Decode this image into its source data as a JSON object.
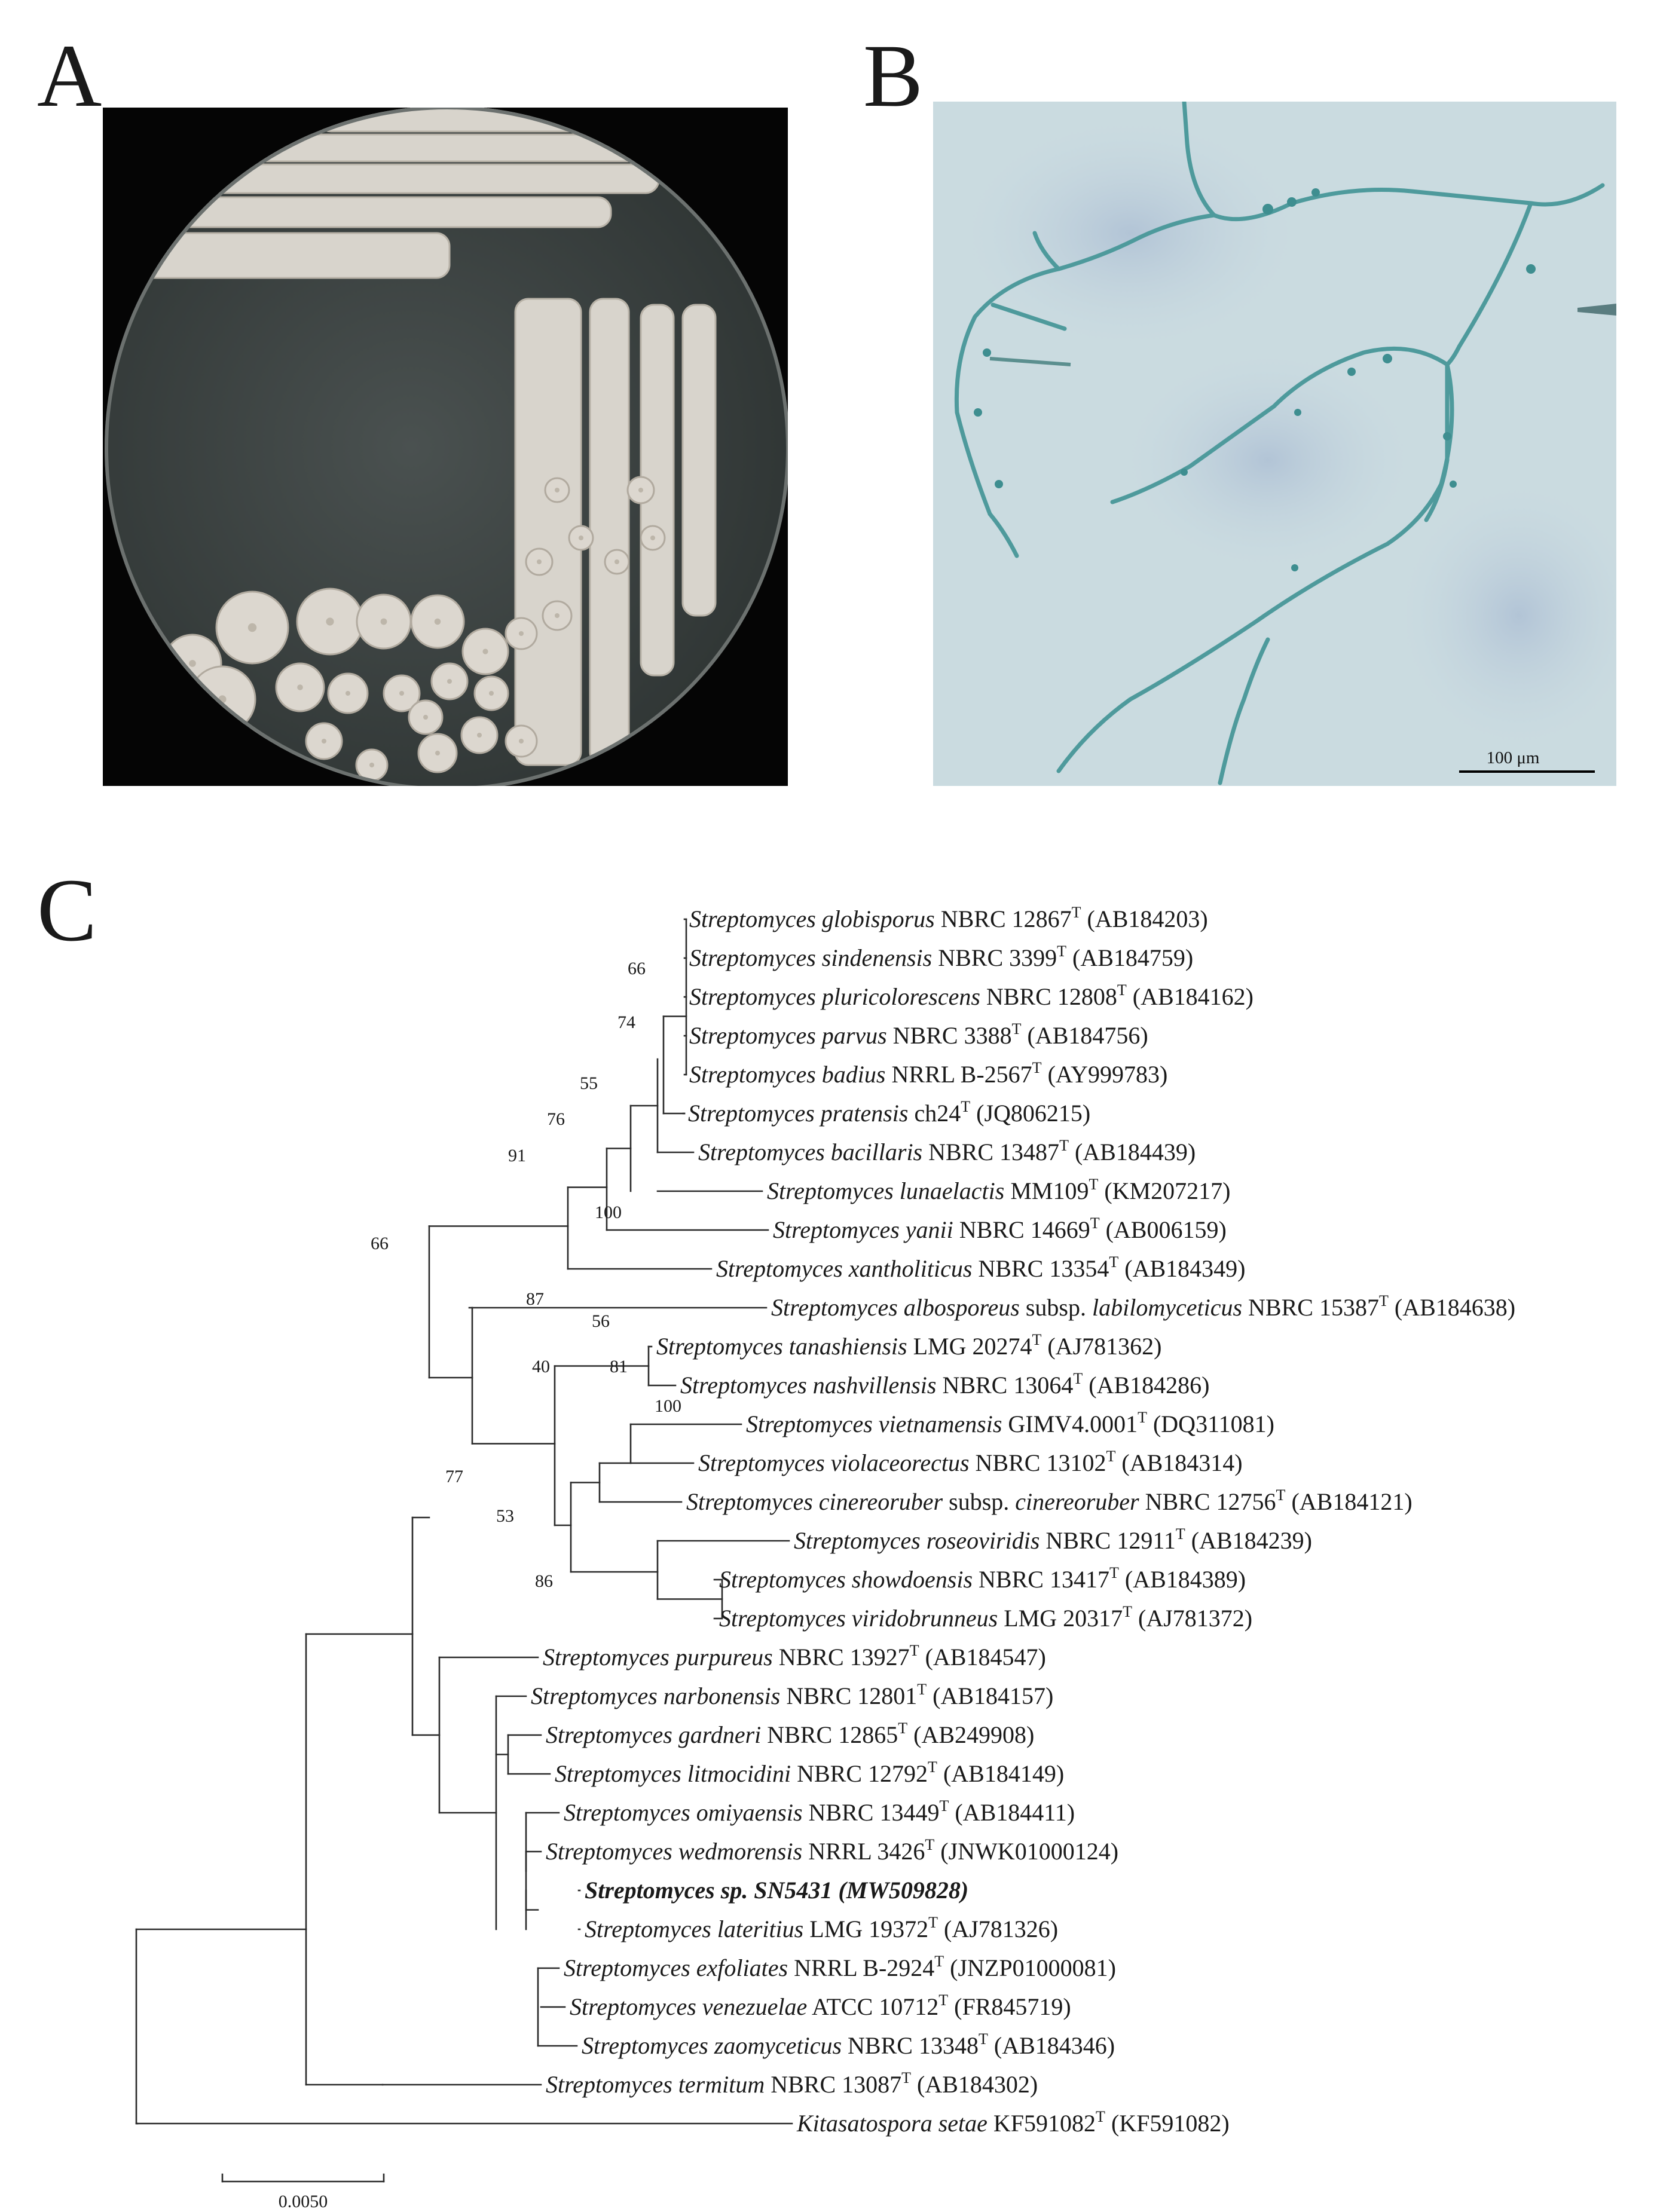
{
  "panels": {
    "A": {
      "label": "A"
    },
    "B": {
      "label": "B",
      "scale_bar_label": "100 μm"
    },
    "C": {
      "label": "C",
      "scale_bar_label": "0.0050"
    }
  },
  "tree": {
    "taxa": [
      {
        "name": "Streptomyces globisporus",
        "strain": "NBRC 12867",
        "sup": "T",
        "acc": "(AB184203)"
      },
      {
        "name": "Streptomyces sindenensis",
        "strain": "NBRC 3399",
        "sup": "T",
        "acc": "(AB184759)"
      },
      {
        "name": "Streptomyces pluricolorescens",
        "strain": "NBRC 12808",
        "sup": "T",
        "acc": "(AB184162)"
      },
      {
        "name": "Streptomyces parvus",
        "strain": "NBRC 3388",
        "sup": "T",
        "acc": "(AB184756)"
      },
      {
        "name": "Streptomyces badius",
        "strain": " NRRL B-2567",
        "sup": "T",
        "acc": "(AY999783)"
      },
      {
        "name": "Streptomyces pratensis",
        "strain": "ch24",
        "sup": "T",
        "acc": "(JQ806215)"
      },
      {
        "name": "Streptomyces bacillaris",
        "strain": "NBRC 13487",
        "sup": "T",
        "acc": "(AB184439)"
      },
      {
        "name": "Streptomyces lunaelactis",
        "strain": "MM109",
        "sup": "T",
        "acc": "(KM207217)"
      },
      {
        "name": "Streptomyces yanii",
        "strain": "NBRC 14669",
        "sup": "T",
        "acc": "(AB006159)"
      },
      {
        "name": "Streptomyces xantholiticus",
        "strain": "NBRC 13354",
        "sup": "T",
        "acc": "(AB184349)"
      },
      {
        "name": "Streptomyces albosporeus",
        "subsp": "subsp.",
        "name2": "labilomyceticus",
        "strain": "NBRC 15387",
        "sup": "T",
        "acc": "(AB184638)"
      },
      {
        "name": "Streptomyces tanashiensis",
        "strain": "LMG 20274",
        "sup": "T",
        "acc": "(AJ781362)"
      },
      {
        "name": "Streptomyces nashvillensis",
        "strain": "NBRC 13064",
        "sup": "T",
        "acc": "(AB184286)"
      },
      {
        "name": "Streptomyces vietnamensis",
        "strain": "GIMV4.0001",
        "sup": "T",
        "acc": "(DQ311081)"
      },
      {
        "name": "Streptomyces violaceorectus",
        "strain": "NBRC 13102",
        "sup": "T",
        "acc": "(AB184314)"
      },
      {
        "name": "Streptomyces cinereoruber",
        "subsp": "subsp.",
        "name2": "cinereoruber",
        "strain": "NBRC 12756",
        "sup": "T",
        "acc": "(AB184121)"
      },
      {
        "name": "Streptomyces roseoviridis",
        "strain": "NBRC 12911",
        "sup": "T",
        "acc": "(AB184239)"
      },
      {
        "name": "Streptomyces showdoensis",
        "strain": "NBRC 13417",
        "sup": "T",
        "acc": "(AB184389)"
      },
      {
        "name": "Streptomyces viridobrunneus",
        "strain": "LMG 20317",
        "sup": "T",
        "acc": "(AJ781372)"
      },
      {
        "name": "Streptomyces purpureus",
        "strain": "NBRC 13927",
        "sup": "T",
        "acc": "(AB184547)"
      },
      {
        "name": "Streptomyces narbonensis",
        "strain": "NBRC 12801",
        "sup": "T",
        "acc": "(AB184157)"
      },
      {
        "name": "Streptomyces gardneri",
        "strain": "NBRC 12865",
        "sup": "T",
        "acc": "(AB249908)"
      },
      {
        "name": "Streptomyces litmocidini",
        "strain": "NBRC 12792",
        "sup": "T",
        "acc": "(AB184149)"
      },
      {
        "name": "Streptomyces omiyaensis",
        "strain": "NBRC 13449",
        "sup": "T",
        "acc": "(AB184411)"
      },
      {
        "name": "Streptomyces wedmorensis",
        "strain": "NRRL 3426",
        "sup": "T",
        "acc": "(JNWK01000124)"
      },
      {
        "bold": "Streptomyces sp. SN5431 (MW509828)"
      },
      {
        "name": "Streptomyces lateritius",
        "strain": "LMG 19372",
        "sup": "T",
        "acc": "(AJ781326)"
      },
      {
        "name": "Streptomyces exfoliates",
        "strain": "NRRL B-2924",
        "sup": "T",
        "acc": "(JNZP01000081)"
      },
      {
        "name": "Streptomyces venezuelae",
        "strain": "ATCC 10712",
        "sup": "T",
        "acc": "(FR845719)"
      },
      {
        "name": "Streptomyces zaomyceticus",
        "strain": "NBRC 13348",
        "sup": "T",
        "acc": "(AB184346)"
      },
      {
        "name": "Streptomyces termitum",
        "strain": "NBRC 13087",
        "sup": "T",
        "acc": "(AB184302)"
      },
      {
        "name": "Kitasatospora setae",
        "strain": " KF591082",
        "sup": "T",
        "acc": "(KF591082)"
      }
    ],
    "bootstrap": [
      "66",
      "74",
      "55",
      "76",
      "91",
      "100",
      "87",
      "56",
      "40",
      "81",
      "100",
      "66",
      "77",
      "53",
      "86"
    ]
  }
}
